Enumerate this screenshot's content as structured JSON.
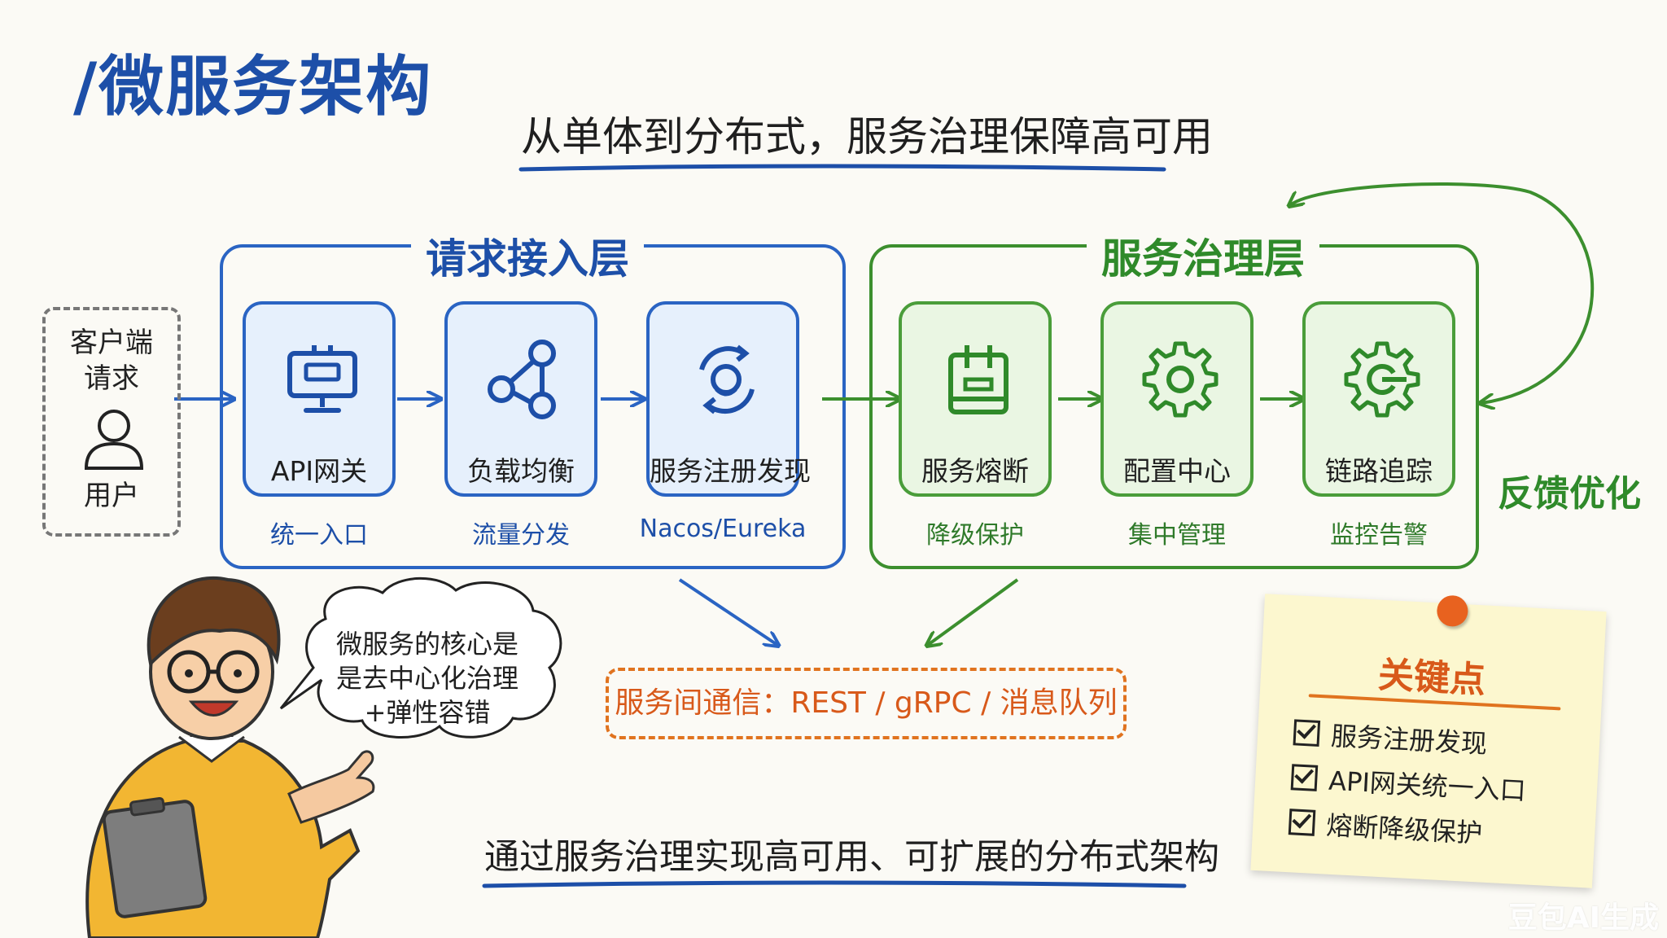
{
  "title": "/微服务架构",
  "subtitle": "从单体到分布式，服务治理保障高可用",
  "client": {
    "label_line1": "客户端",
    "label_line2": "请求",
    "user_label": "用户"
  },
  "layers": {
    "request": {
      "label": "请求接入层"
    },
    "governance": {
      "label": "服务治理层"
    }
  },
  "request_nodes": [
    {
      "name": "API网关",
      "subtitle": "统一入口",
      "icon": "monitor-icon"
    },
    {
      "name": "负载均衡",
      "subtitle": "流量分发",
      "icon": "share-nodes-icon"
    },
    {
      "name": "服务注册发现",
      "subtitle": "Nacos/Eureka",
      "icon": "discovery-icon"
    }
  ],
  "governance_nodes": [
    {
      "name": "服务熔断",
      "subtitle": "降级保护",
      "icon": "fuse-box-icon"
    },
    {
      "name": "配置中心",
      "subtitle": "集中管理",
      "icon": "gear-icon"
    },
    {
      "name": "链路追踪",
      "subtitle": "监控告警",
      "icon": "tracing-gear-icon"
    }
  ],
  "feedback_label": "反馈优化",
  "communication": "服务间通信：REST / gRPC / 消息队列",
  "speech_bubble": {
    "line1": "微服务的核心是",
    "line2": "是去中心化治理",
    "line3": "+弹性容错"
  },
  "key_points": {
    "title": "关键点",
    "items": [
      "服务注册发现",
      "API网关统一入口",
      "熔断降级保护"
    ]
  },
  "footer": "通过服务治理实现高可用、可扩展的分布式架构",
  "watermark": "豆包AI生成",
  "colors": {
    "blue": "#1d4fa8",
    "green": "#2f8a2a",
    "orange": "#e0731f",
    "note": "#fcf7cf"
  }
}
